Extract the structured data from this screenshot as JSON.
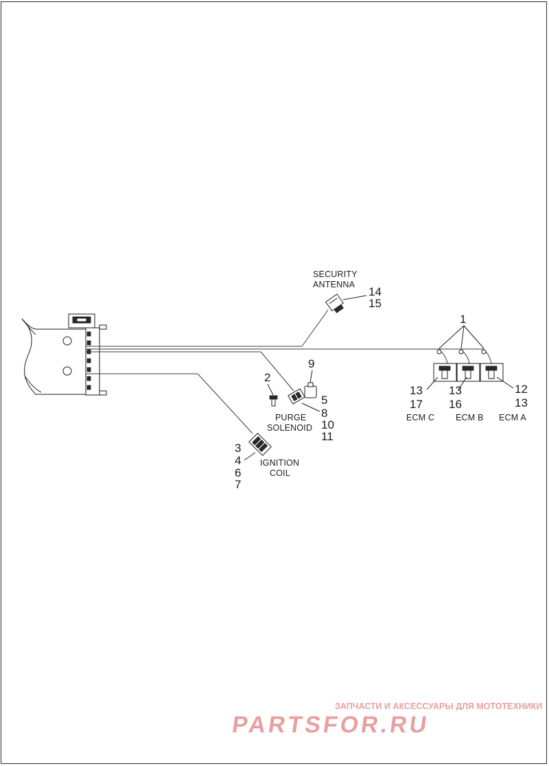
{
  "components": {
    "security_antenna": {
      "name_line1": "SECURITY",
      "name_line2": "ANTENNA",
      "refs": [
        "14",
        "15"
      ]
    },
    "purge_solenoid": {
      "name_line1": "PURGE",
      "name_line2": "SOLENOID",
      "refs": [
        "5",
        "8",
        "10",
        "11"
      ],
      "ref_above": "9"
    },
    "purge_bolt": {
      "ref": "2"
    },
    "ignition_coil": {
      "name_line1": "IGNITION",
      "name_line2": "COIL",
      "refs": [
        "3",
        "4",
        "6",
        "7"
      ]
    },
    "ecm_group": {
      "ref": "1"
    },
    "ecm_c": {
      "name": "ECM C",
      "refs": [
        "13",
        "17"
      ]
    },
    "ecm_b": {
      "name": "ECM B",
      "refs": [
        "13",
        "16"
      ]
    },
    "ecm_a": {
      "name": "ECM A",
      "refs": [
        "12",
        "13"
      ]
    }
  },
  "watermark": {
    "tagline": "ЗАПЧАСТИ И АКСЕССУАРЫ ДЛЯ МОТОТЕХНИКИ",
    "logo": "PARTSFOR.RU",
    "color": "#e8a0a0"
  }
}
